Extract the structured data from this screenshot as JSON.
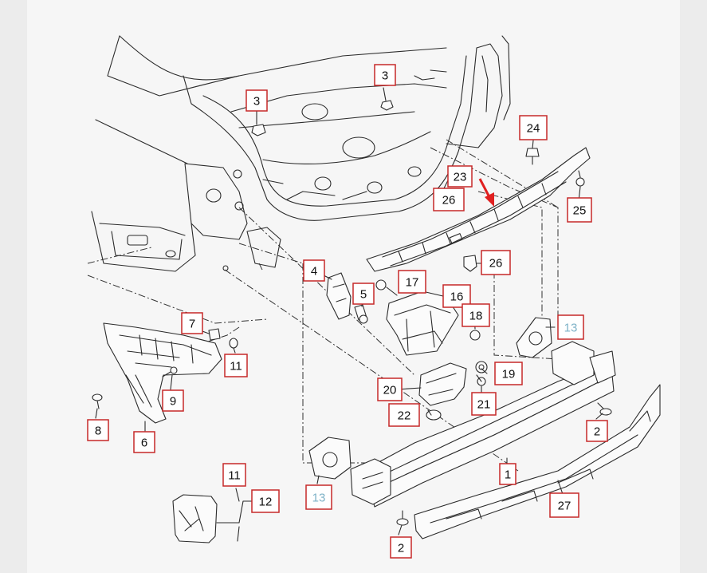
{
  "theme": {
    "callout_border": "#c62828",
    "callout_text": "#111111",
    "highlight_text": "#7fb3c8",
    "arrow_color": "#e02020"
  },
  "callouts": [
    {
      "label": "1",
      "highlight": false
    },
    {
      "label": "2",
      "highlight": false
    },
    {
      "label": "2",
      "highlight": false
    },
    {
      "label": "3",
      "highlight": false
    },
    {
      "label": "3",
      "highlight": false
    },
    {
      "label": "4",
      "highlight": false
    },
    {
      "label": "5",
      "highlight": false
    },
    {
      "label": "6",
      "highlight": false
    },
    {
      "label": "7",
      "highlight": false
    },
    {
      "label": "8",
      "highlight": false
    },
    {
      "label": "9",
      "highlight": false
    },
    {
      "label": "11",
      "highlight": false
    },
    {
      "label": "11",
      "highlight": false
    },
    {
      "label": "12",
      "highlight": false
    },
    {
      "label": "13",
      "highlight": true
    },
    {
      "label": "13",
      "highlight": true
    },
    {
      "label": "16",
      "highlight": false
    },
    {
      "label": "17",
      "highlight": false
    },
    {
      "label": "18",
      "highlight": false
    },
    {
      "label": "19",
      "highlight": false
    },
    {
      "label": "20",
      "highlight": false
    },
    {
      "label": "21",
      "highlight": false
    },
    {
      "label": "22",
      "highlight": false
    },
    {
      "label": "23",
      "highlight": false
    },
    {
      "label": "24",
      "highlight": false
    },
    {
      "label": "25",
      "highlight": false
    },
    {
      "label": "26",
      "highlight": false
    },
    {
      "label": "26",
      "highlight": false
    },
    {
      "label": "27",
      "highlight": false
    }
  ]
}
